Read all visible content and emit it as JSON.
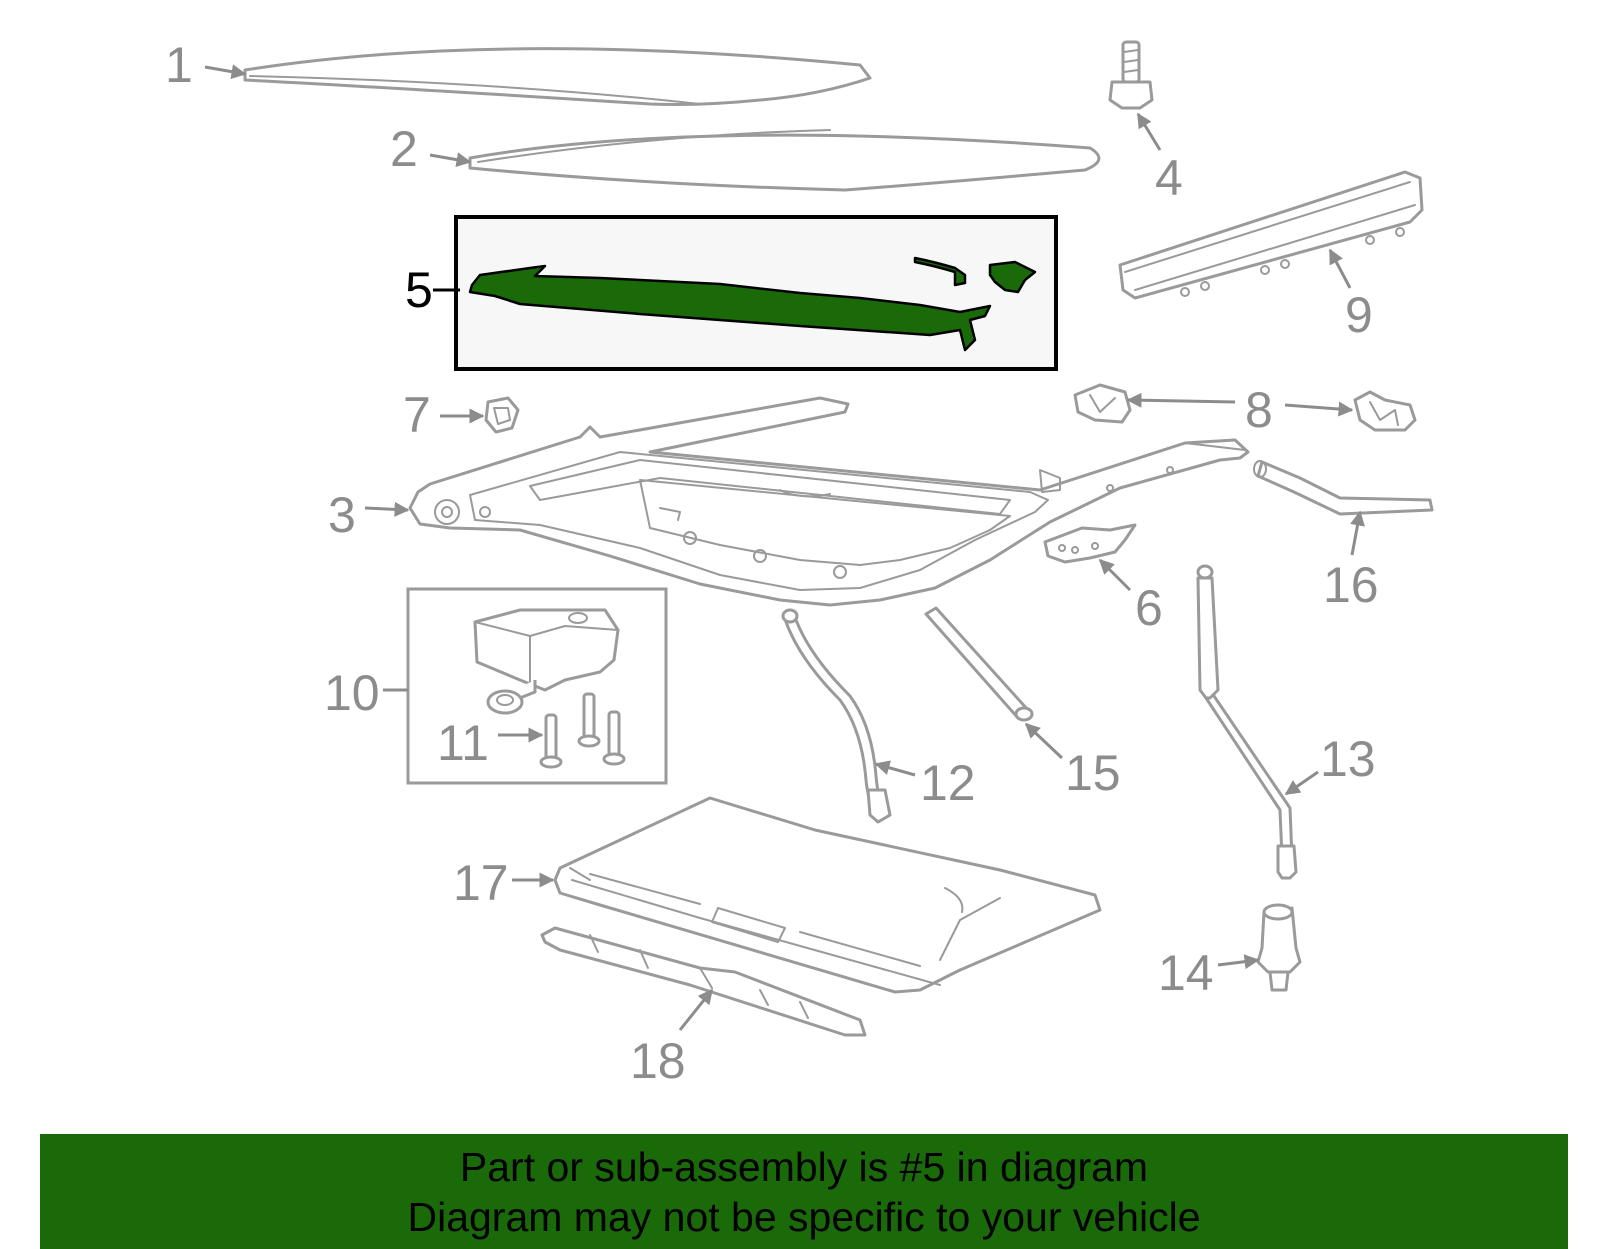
{
  "diagram": {
    "highlight_color": "#1a6a0a",
    "highlighted_part": "5",
    "callouts": {
      "c1": "1",
      "c2": "2",
      "c3": "3",
      "c4": "4",
      "c5": "5",
      "c6": "6",
      "c7": "7",
      "c8": "8",
      "c9": "9",
      "c10": "10",
      "c11": "11",
      "c12": "12",
      "c13": "13",
      "c14": "14",
      "c15": "15",
      "c16": "16",
      "c17": "17",
      "c18": "18"
    }
  },
  "banner": {
    "background": "#1a6a0a",
    "line1": "Part or sub-assembly is #5 in diagram",
    "line2": "Diagram may not be specific to your vehicle"
  }
}
